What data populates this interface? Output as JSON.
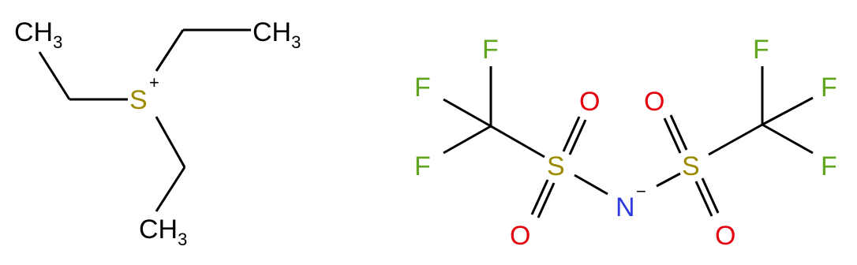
{
  "molecule": {
    "cation": {
      "ch3_top_left": {
        "main": "CH",
        "sub": "3"
      },
      "ch3_top_right": {
        "main": "CH",
        "sub": "3"
      },
      "ch3_bottom": {
        "main": "CH",
        "sub": "3"
      },
      "sulfur": {
        "symbol": "S",
        "charge": "+"
      }
    },
    "anion": {
      "nitrogen": {
        "symbol": "N",
        "charge": "−"
      },
      "left_sulfur": "S",
      "right_sulfur": "S",
      "left_o_top": "O",
      "left_o_bottom": "O",
      "right_o_top": "O",
      "right_o_bottom": "O",
      "left_f_top": "F",
      "left_f_mid": "F",
      "left_f_bottom": "F",
      "right_f_top": "F",
      "right_f_mid": "F",
      "right_f_bottom": "F"
    },
    "colors": {
      "bond": "#000000",
      "carbon": "#000000",
      "sulfur": "#9B8A00",
      "nitrogen": "#2E3BE0",
      "oxygen": "#E3000F",
      "fluorine": "#5FA51E"
    }
  }
}
